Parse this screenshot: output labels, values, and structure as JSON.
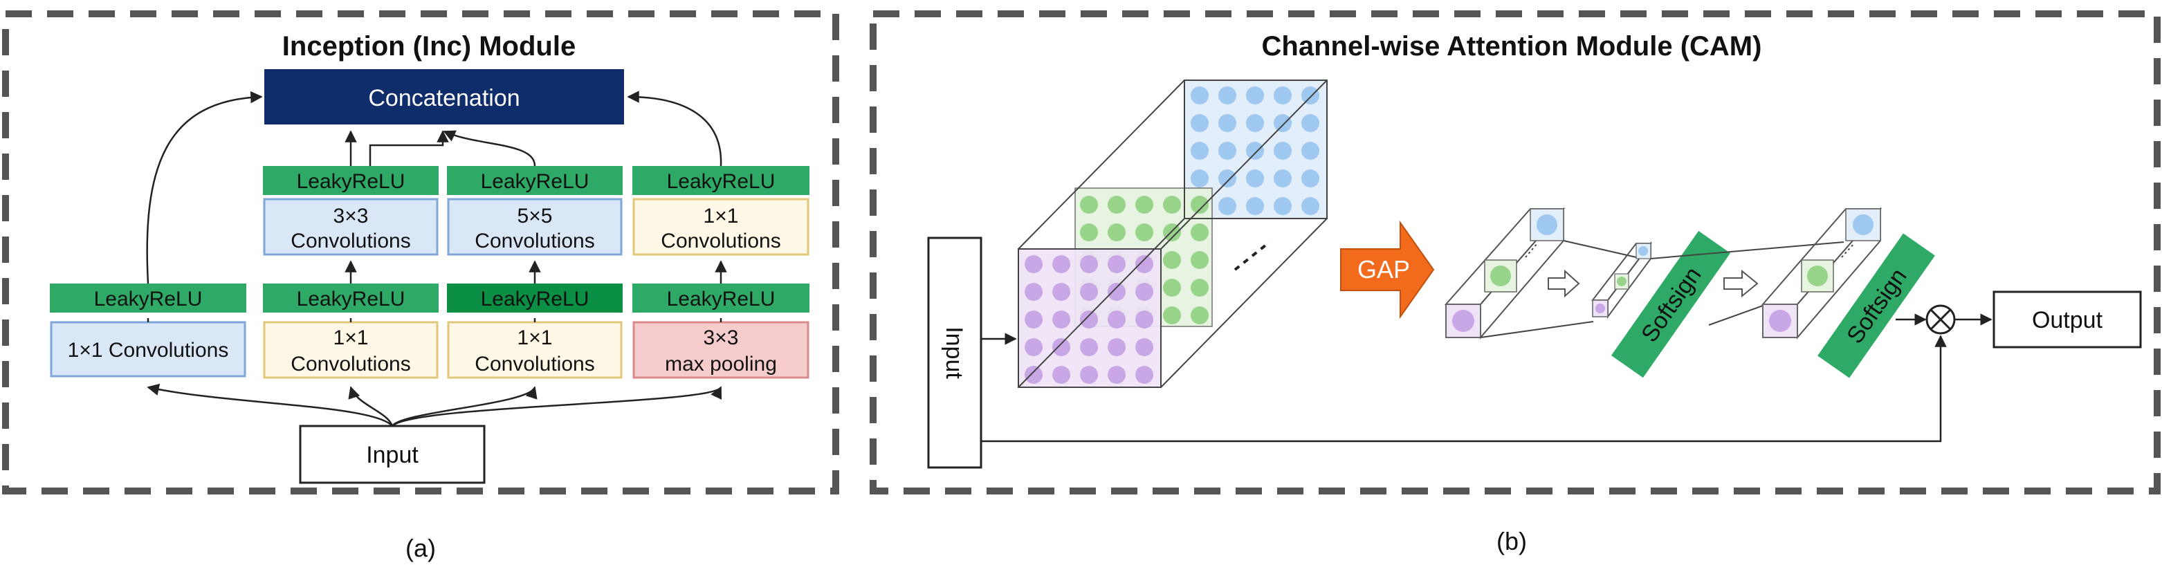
{
  "panel_a": {
    "title": "Inception (Inc) Module",
    "concatenation": "Concatenation",
    "branch1": {
      "activation": "LeakyReLU",
      "conv": "1×1 Convolutions"
    },
    "branch2": {
      "activation_top": "LeakyReLU",
      "conv_top_line1": "3×3",
      "conv_top_line2": "Convolutions",
      "activation_bottom": "LeakyReLU",
      "conv_bottom_line1": "1×1",
      "conv_bottom_line2": "Convolutions"
    },
    "branch3": {
      "activation_top": "LeakyReLU",
      "conv_top_line1": "5×5",
      "conv_top_line2": "Convolutions",
      "activation_bottom": "LeakyReLU",
      "conv_bottom_line1": "1×1",
      "conv_bottom_line2": "Convolutions"
    },
    "branch4": {
      "activation_top": "LeakyReLU",
      "conv_top_line1": "1×1",
      "conv_top_line2": "Convolutions",
      "activation_bottom": "LeakyReLU",
      "pool_line1": "3×3",
      "pool_line2": "max pooling"
    },
    "input": "Input",
    "caption": "(a)"
  },
  "panel_b": {
    "title": "Channel-wise Attention Module (CAM)",
    "input": "Input",
    "gap": "GAP",
    "softsign_1": "Softsign",
    "softsign_2": "Softsign",
    "multiply_symbol": "⊗",
    "output": "Output",
    "caption": "(b)"
  },
  "colors": {
    "dashed_border": "#555555",
    "concat_fill": "#0f2d6b",
    "leaky_relu_green": "#2eaa66",
    "leaky_relu_dark_green": "#0a8f44",
    "conv_blue_fill": "#dae7f7",
    "conv_blue_stroke": "#7fa7d9",
    "conv_yellow_fill": "#fff8e6",
    "conv_yellow_stroke": "#e2c77a",
    "pool_red_fill": "#f6cccc",
    "pool_red_stroke": "#d98a8a",
    "gap_orange": "#f26a1b",
    "softsign_green": "#2eaa66",
    "purple_channel": "#c9a6e6",
    "green_channel": "#97d48a",
    "blue_channel": "#9ec8f0"
  }
}
